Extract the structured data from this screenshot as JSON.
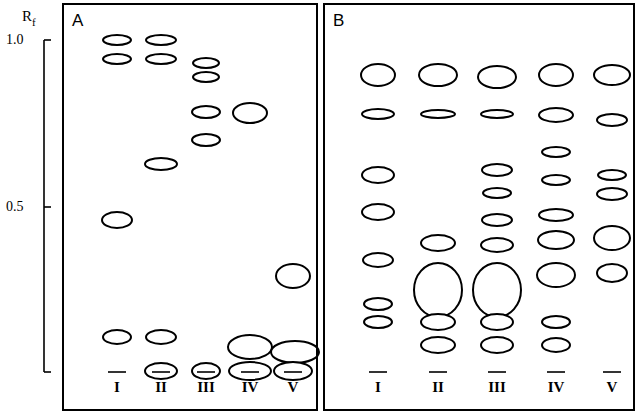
{
  "diagram": {
    "nodes": [
      {
        "text": [
          "A"
        ]
      },
      {
        "text": [
          "B"
        ]
      }
    ],
    "labels": [
      "R",
      "f",
      "1.0",
      "0.5",
      "I",
      "II",
      "III",
      "IV",
      "V",
      "I",
      "II",
      "III",
      "IV",
      "V"
    ]
  }
}
